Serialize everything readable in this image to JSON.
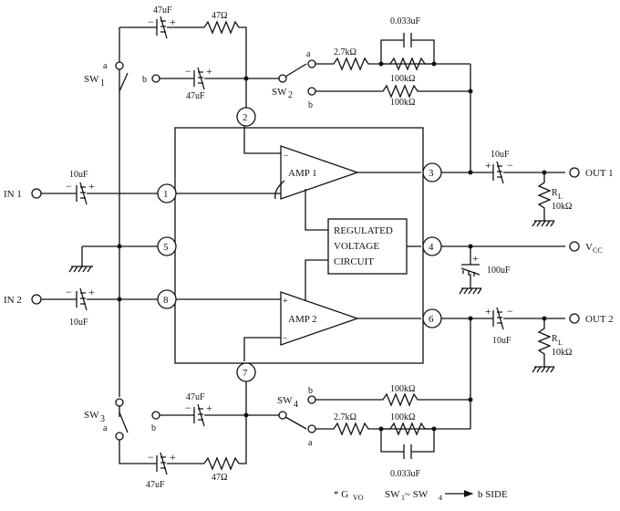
{
  "pins": [
    "1",
    "2",
    "3",
    "4",
    "5",
    "6",
    "7",
    "8"
  ],
  "blocks": {
    "amp1": "AMP 1",
    "amp2": "AMP 2",
    "regulator": [
      "REGULATED",
      "VOLTAGE",
      "CIRCUIT"
    ]
  },
  "ports": {
    "in1": "IN 1",
    "in2": "IN 2",
    "out1": "OUT 1",
    "out2": "OUT 2",
    "vcc": "V",
    "vcc_sub": "CC"
  },
  "switches": {
    "sw1": "SW",
    "sw1_sub": "1",
    "sw2": "SW",
    "sw2_sub": "2",
    "sw3": "SW",
    "sw3_sub": "3",
    "sw4": "SW",
    "sw4_sub": "4",
    "pos_a": "a",
    "pos_b": "b"
  },
  "components": {
    "cap_47uF": "47uF",
    "res_47": "47Ω",
    "cap_10uF": "10uF",
    "res_2k7": "2.7kΩ",
    "cap_0033": "0.033uF",
    "res_100k": "100kΩ",
    "cap_100uF": "100uF",
    "rl": "R",
    "rl_sub": "L",
    "res_10k": "10kΩ",
    "plus": "+",
    "minus": "−"
  },
  "footnote": {
    "star": "* G",
    "star_sub": "VO",
    "sw_a": "SW",
    "sw_a_sub": "1",
    "tilde": " ~ SW",
    "sw_b_sub": "4",
    "side": "b SIDE"
  }
}
